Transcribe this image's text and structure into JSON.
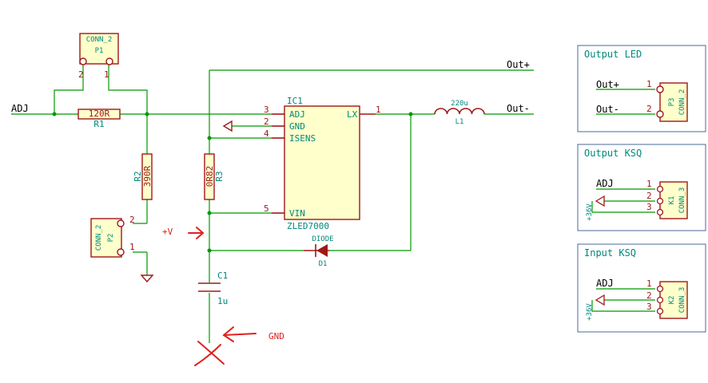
{
  "connectors": {
    "p1": {
      "value": "CONN_2",
      "ref": "P1",
      "pin1": "1",
      "pin2": "2"
    },
    "p2": {
      "value": "CONN_2",
      "ref": "P2",
      "pin1": "1",
      "pin2": "2"
    },
    "p3": {
      "value": "CONN_2",
      "ref": "P3",
      "pin1": "1",
      "pin2": "2"
    },
    "k1": {
      "value": "CONN_3",
      "ref": "K1",
      "pin1": "1",
      "pin2": "2",
      "pin3": "3"
    },
    "k2": {
      "value": "CONN_3",
      "ref": "K2",
      "pin1": "1",
      "pin2": "2",
      "pin3": "3"
    }
  },
  "resistors": {
    "r1": {
      "ref": "R1",
      "value": "120R"
    },
    "r2": {
      "ref": "R2",
      "value": "390R"
    },
    "r3": {
      "ref": "R3",
      "value": "0R82"
    }
  },
  "ic1": {
    "ref": "IC1",
    "value": "ZLED7000",
    "pins": {
      "adj": "ADJ",
      "gnd": "GND",
      "isens": "ISENS",
      "vin": "VIN",
      "lx": "LX"
    },
    "pin_numbers": {
      "adj": "3",
      "gnd": "2",
      "isens": "4",
      "vin": "5",
      "lx": "1"
    }
  },
  "inductor": {
    "ref": "L1",
    "value": "220u"
  },
  "diode": {
    "ref": "D1",
    "value": "DIODE"
  },
  "capacitor": {
    "ref": "C1",
    "value": "1u"
  },
  "nets": {
    "adj": "ADJ",
    "out_plus": "Out+",
    "out_minus": "Out-"
  },
  "boxes": {
    "output_led": {
      "title": "Output LED",
      "net1": "Out+",
      "net2": "Out-"
    },
    "output_ksq": {
      "title": "Output KSQ",
      "net1": "ADJ",
      "power": "+36V"
    },
    "input_ksq": {
      "title": "Input KSQ",
      "net1": "ADJ",
      "power": "+36V"
    }
  },
  "annotations": {
    "plus_v": "+V",
    "gnd": "GND"
  }
}
